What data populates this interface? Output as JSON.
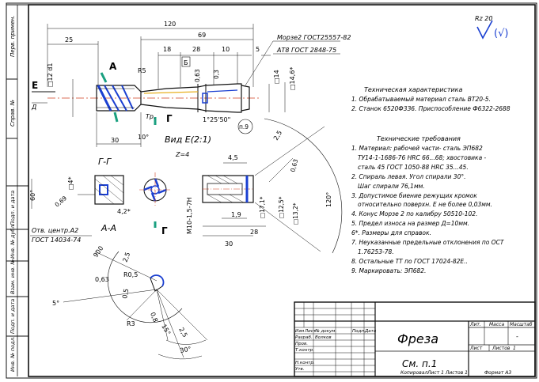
{
  "stamp": {
    "part_name": "Фреза",
    "sheet_ref": "См. п.1",
    "copied": "Копировал",
    "format": "Формат А3",
    "sheet_label": "Лист",
    "sheet_no": "1",
    "sheets_label": "Листов",
    "sheets_no": "1",
    "lit": "Лит.",
    "mass": "Масса",
    "scale": "Масштаб",
    "dash": "-",
    "rows": {
      "izm": "Изм",
      "list": "Лист",
      "ndoc": "№ докум.",
      "sign": "Подп.",
      "date": "Дата",
      "razrab": "Разраб.",
      "razrab_name": "Волков",
      "prov": "Пров.",
      "tkontr": "Т.контр.",
      "nkontr": "Н.контр.",
      "utv": "Утв."
    },
    "top_note": "Лист 1  Листов 1"
  },
  "left_strip": [
    "Перв. примен.",
    "Справ. №",
    "Подп. и дата",
    "Инв. № дубл.",
    "Взам. инв. №",
    "Подп. и дата",
    "Инв. № подл."
  ],
  "roughness": {
    "label": "Rz 20",
    "suffix": "(√)"
  },
  "tech_char": {
    "title": "Техническая характеристика",
    "items": [
      "1. Обрабатываемый материал сталь ВТ20-5.",
      "2. Станок 6520Ф3З6. Приспособление Ф6322-2688"
    ]
  },
  "tech_req": {
    "title": "Технические требования",
    "items": [
      "1. Материал: рабочей части- сталь ЭП682",
      "ТУ14-1-1686-76 HRC 66...68;  хвостовика -",
      "сталь 45 ГОСТ 1050-88 HRC 35...45.",
      "2. Спираль левая. Угол спирали 30°.",
      "Шаг спирали 76,1мм.",
      "3. Допустимое биение режущих кромок",
      "относительно поверхн. Е не более 0,03мм.",
      "4. Конус Морзе 2 по калибру 50510-102.",
      "5. Предел износа на размер Д=10мм.",
      "6*. Размеры для справок.",
      "7. Неуказанные предельные отклонения по ОСТ",
      "1.76253-78.",
      "8. Остальные ТТ по ГОСТ 17024-82Е..",
      "9. Маркировать: ЭП682."
    ]
  },
  "main_view": {
    "dims_top": [
      "120",
      "69",
      "25",
      "18",
      "28",
      "10",
      "5"
    ],
    "morse_label": "Морзе2 ГОСТ25557-82",
    "at_label": "АТ8 ГОСТ 2848-75",
    "dim_d12": "□12 d1",
    "dim_d14": "□14",
    "dim_d146": "□14,6*",
    "r5": "R5",
    "a_label": "А",
    "e_label": "Е",
    "d_label": "Д",
    "tr": "Тр.",
    "g_label": "Г",
    "b_label": "Б",
    "v_063": "0,63",
    "v_03": "0,3",
    "angle": "1°25'50\"",
    "n9": "п.9",
    "dim30": "30",
    "dim10": "10°"
  },
  "section_gg": {
    "title": "Г-Г",
    "d4": "□4*",
    "v069": "0,69",
    "d42": "4,2*",
    "d60": "60°"
  },
  "section_aa": {
    "title": "А-А",
    "note1": "Отв. центр.А2",
    "note2": "ГОСТ 14034-74"
  },
  "view_e": {
    "title": "Вид Е(2:1)",
    "z": "Z=4"
  },
  "detail_right": {
    "d45": "4,5",
    "d25": "2,5",
    "v063": "0,63",
    "d120": "120°",
    "d19": "1,9",
    "d30": "30",
    "d28": "28",
    "m10": "М10-1,5-7Н",
    "d171": "□17,1*",
    "d125": "□12,5*",
    "d132": "□13,2*",
    "g": "Г"
  },
  "detail_profile": {
    "d900": "900",
    "d25": "2,5",
    "d063": "0,63",
    "r05": "R0,5",
    "d05": "0,5",
    "r3": "R3",
    "d08": "0,8",
    "d15": "15°",
    "d25b": "2,5",
    "d30": "30°",
    "d5": "5°"
  }
}
